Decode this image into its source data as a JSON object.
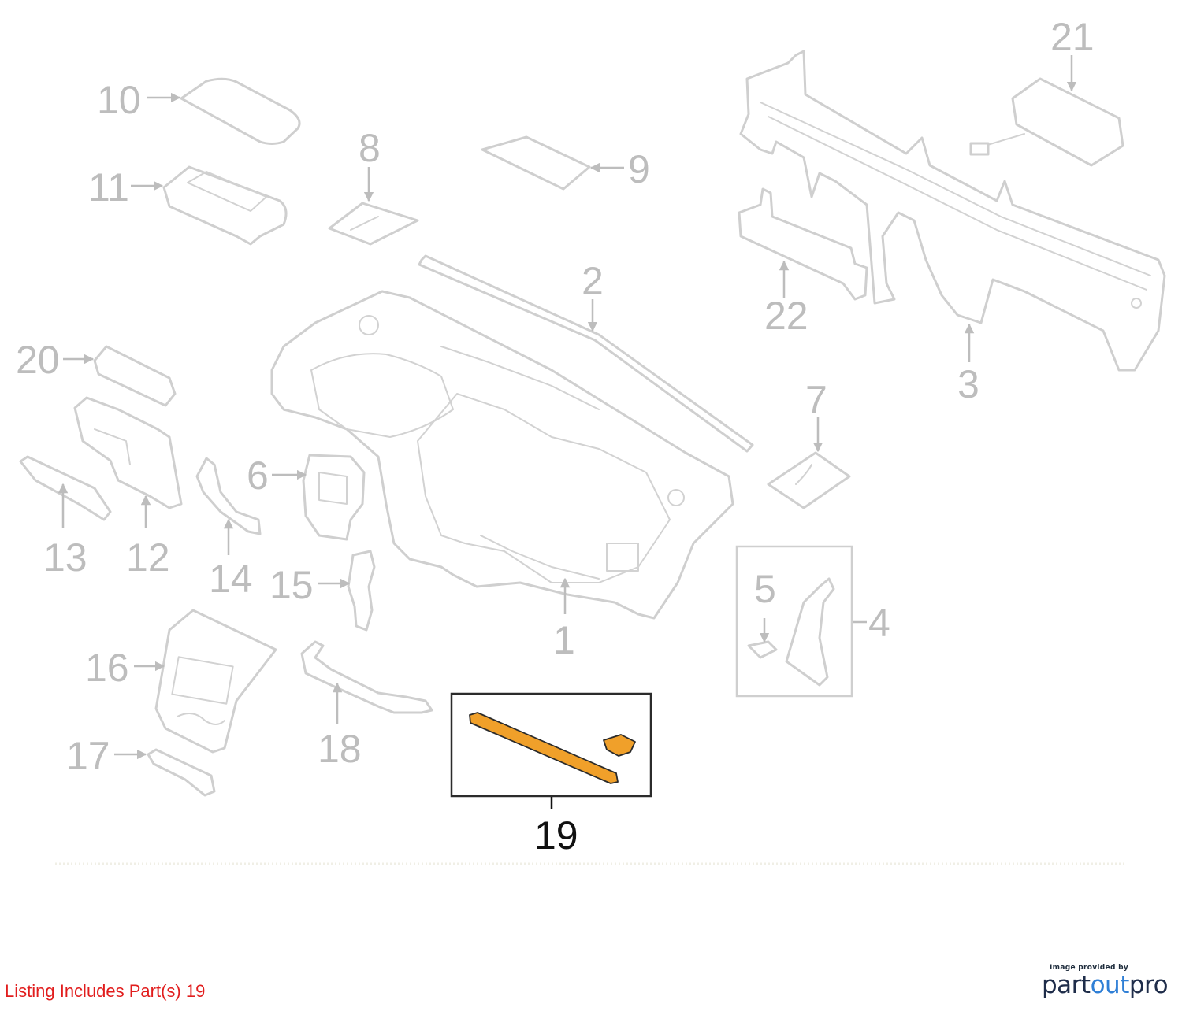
{
  "diagram": {
    "callouts": [
      {
        "id": "1",
        "text": "1"
      },
      {
        "id": "2",
        "text": "2"
      },
      {
        "id": "3",
        "text": "3"
      },
      {
        "id": "4",
        "text": "4"
      },
      {
        "id": "5",
        "text": "5"
      },
      {
        "id": "6",
        "text": "6"
      },
      {
        "id": "7",
        "text": "7"
      },
      {
        "id": "8",
        "text": "8"
      },
      {
        "id": "9",
        "text": "9"
      },
      {
        "id": "10",
        "text": "10"
      },
      {
        "id": "11",
        "text": "11"
      },
      {
        "id": "12",
        "text": "12"
      },
      {
        "id": "13",
        "text": "13"
      },
      {
        "id": "14",
        "text": "14"
      },
      {
        "id": "15",
        "text": "15"
      },
      {
        "id": "16",
        "text": "16"
      },
      {
        "id": "17",
        "text": "17"
      },
      {
        "id": "18",
        "text": "18"
      },
      {
        "id": "19",
        "text": "19"
      },
      {
        "id": "20",
        "text": "20"
      },
      {
        "id": "21",
        "text": "21"
      },
      {
        "id": "22",
        "text": "22"
      }
    ],
    "highlighted_part": "19",
    "colors": {
      "highlight_fill": "#f0a02a",
      "highlight_stroke": "#2b2b2b",
      "line_art": "#cfcfcf",
      "callout_text": "#bdbdbd"
    }
  },
  "listing_note": "Listing Includes Part(s) 19",
  "credit": {
    "provided_by": "Image provided by",
    "logo_part1": "part",
    "logo_part2": "out",
    "logo_part3": "pro"
  }
}
